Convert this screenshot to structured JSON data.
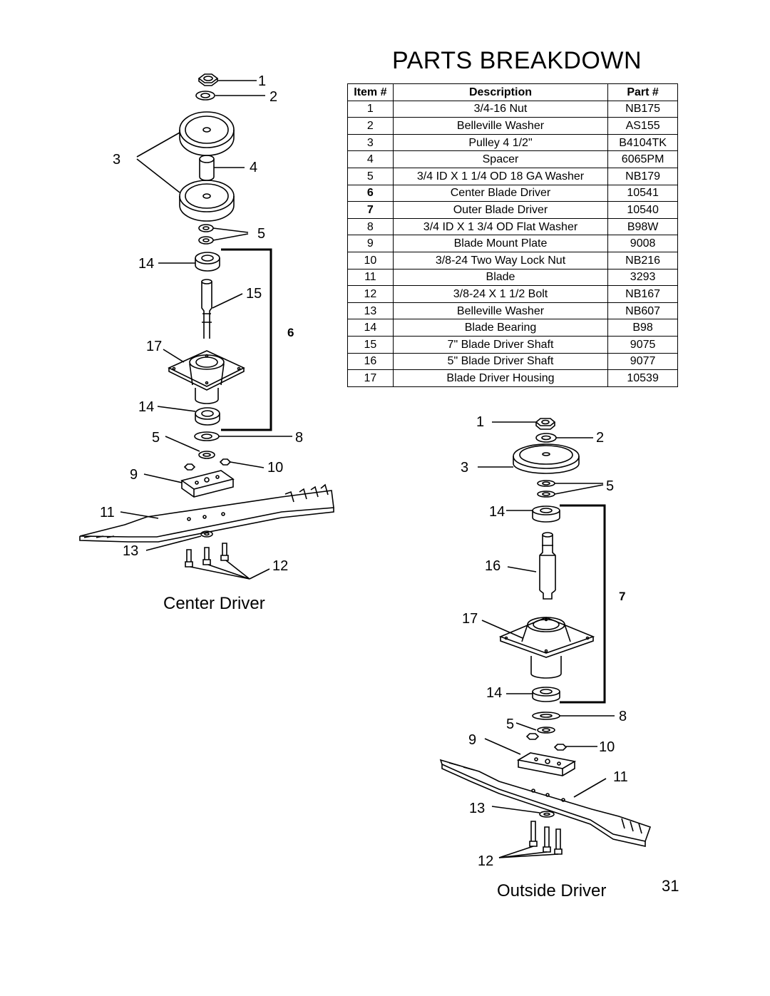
{
  "page": {
    "title": "PARTS BREAKDOWN",
    "page_number": "31"
  },
  "table": {
    "headers": [
      "Item #",
      "Description",
      "Part #"
    ],
    "rows": [
      [
        "1",
        "3/4-16 Nut",
        "NB175"
      ],
      [
        "2",
        "Belleville Washer",
        "AS155"
      ],
      [
        "3",
        "Pulley 4 1/2\"",
        "B4104TK"
      ],
      [
        "4",
        "Spacer",
        "6065PM"
      ],
      [
        "5",
        "3/4 ID X 1 1/4 OD 18 GA Washer",
        "NB179"
      ],
      [
        "6",
        "Center Blade Driver",
        "10541"
      ],
      [
        "7",
        "Outer Blade Driver",
        "10540"
      ],
      [
        "8",
        "3/4 ID X 1 3/4 OD Flat Washer",
        "B98W"
      ],
      [
        "9",
        "Blade Mount Plate",
        "9008"
      ],
      [
        "10",
        "3/8-24 Two Way Lock Nut",
        "NB216"
      ],
      [
        "11",
        "Blade",
        "3293"
      ],
      [
        "12",
        "3/8-24 X 1 1/2 Bolt",
        "NB167"
      ],
      [
        "13",
        "Belleville Washer",
        "NB607"
      ],
      [
        "14",
        "Blade Bearing",
        "B98"
      ],
      [
        "15",
        "7\" Blade Driver Shaft",
        "9075"
      ],
      [
        "16",
        "5\" Blade Driver Shaft",
        "9077"
      ],
      [
        "17",
        "Blade Driver Housing",
        "10539"
      ]
    ]
  },
  "center_diagram": {
    "caption": "Center Driver",
    "callouts": {
      "c1": "1",
      "c2": "2",
      "c3": "3",
      "c4": "4",
      "c5": "5",
      "c6": "6",
      "c14a": "14",
      "c15": "15",
      "c17": "17",
      "c14b": "14",
      "c5b": "5",
      "c8": "8",
      "c9": "9",
      "c10": "10",
      "c11": "11",
      "c13": "13",
      "c12": "12"
    }
  },
  "outside_diagram": {
    "caption": "Outside Driver",
    "callouts": {
      "c1": "1",
      "c2": "2",
      "c3": "3",
      "c5": "5",
      "c14a": "14",
      "c16": "16",
      "c7": "7",
      "c17": "17",
      "c14b": "14",
      "c8": "8",
      "c5b": "5",
      "c9": "9",
      "c10": "10",
      "c11": "11",
      "c13": "13",
      "c12": "12"
    }
  }
}
